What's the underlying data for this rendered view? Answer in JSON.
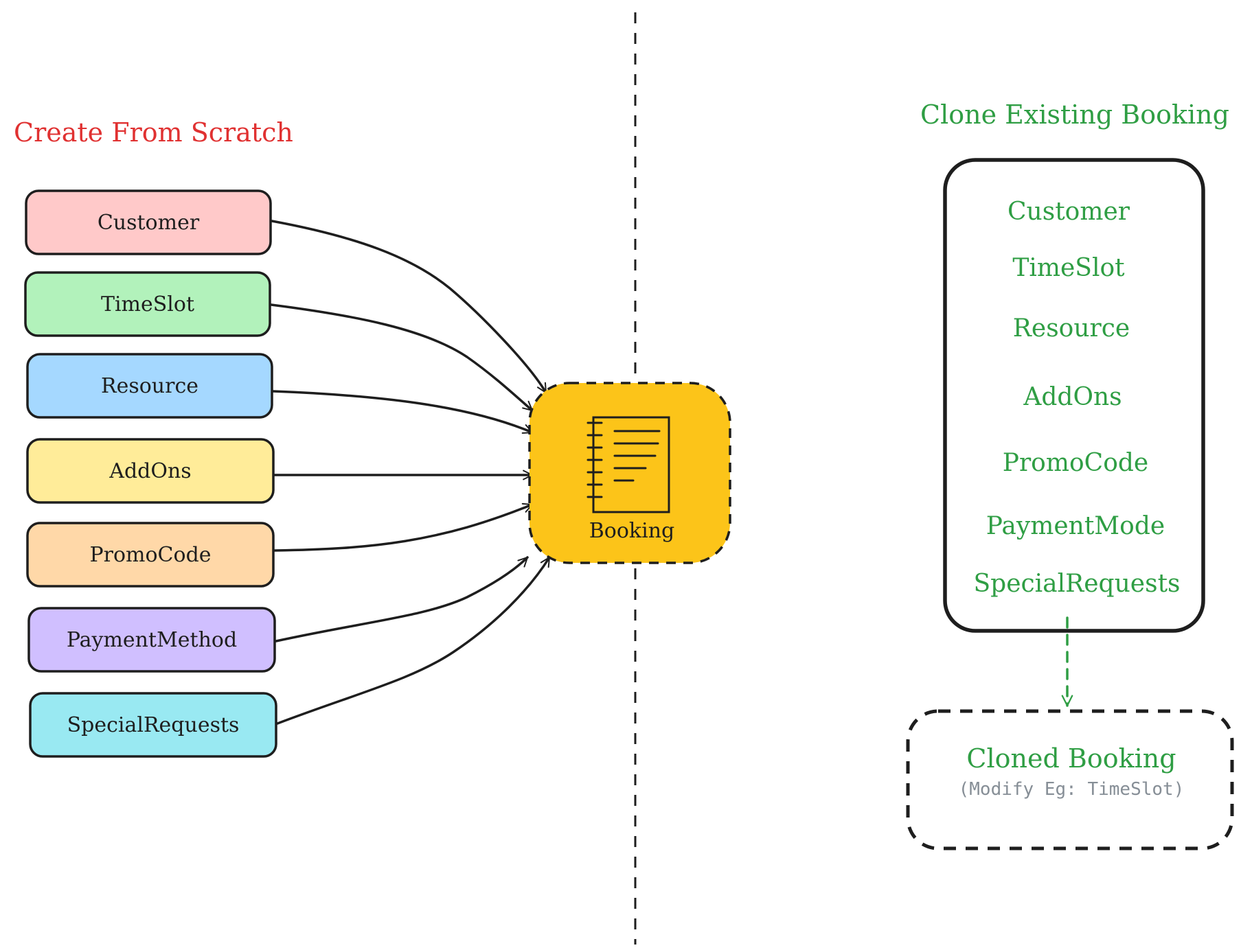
{
  "left": {
    "title": "Create From Scratch",
    "title_color": "#e03131",
    "entities": [
      {
        "label": "Customer",
        "fill": "#ffc9c9"
      },
      {
        "label": "TimeSlot",
        "fill": "#b2f2bb"
      },
      {
        "label": "Resource",
        "fill": "#a5d8ff"
      },
      {
        "label": "AddOns",
        "fill": "#ffec99"
      },
      {
        "label": "PromoCode",
        "fill": "#ffd8a8"
      },
      {
        "label": "PaymentMethod",
        "fill": "#d0bfff"
      },
      {
        "label": "SpecialRequests",
        "fill": "#99e9f2"
      }
    ]
  },
  "center": {
    "label": "Booking",
    "fill": "#fcc419",
    "icon": "notebook-icon"
  },
  "right": {
    "title": "Clone Existing Booking",
    "title_color": "#2f9e44",
    "fields": [
      "Customer",
      "TimeSlot",
      "Resource",
      "AddOns",
      "PromoCode",
      "PaymentMode",
      "SpecialRequests"
    ],
    "cloned": {
      "title": "Cloned Booking",
      "note": "(Modify Eg: TimeSlot)"
    }
  },
  "colors": {
    "stroke": "#1e1e1e",
    "green": "#2f9e44",
    "note": "#868e96"
  }
}
